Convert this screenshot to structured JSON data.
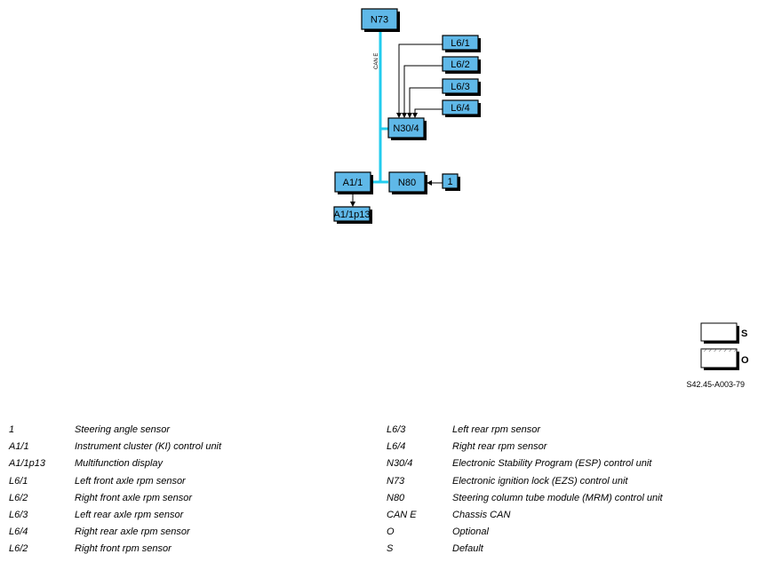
{
  "diagram": {
    "boxes": [
      {
        "id": "N73",
        "label": "N73"
      },
      {
        "id": "L6/1",
        "label": "L6/1"
      },
      {
        "id": "L6/2",
        "label": "L6/2"
      },
      {
        "id": "L6/3",
        "label": "L6/3"
      },
      {
        "id": "L6/4",
        "label": "L6/4"
      },
      {
        "id": "N30/4",
        "label": "N30/4"
      },
      {
        "id": "A1/1",
        "label": "A1/1"
      },
      {
        "id": "N80",
        "label": "N80"
      },
      {
        "id": "1",
        "label": "1"
      },
      {
        "id": "A1/1p13",
        "label": "A1/1p13"
      }
    ],
    "bus_label": "CAN E",
    "key": {
      "standard": "S",
      "optional": "O"
    },
    "reference_code": "S42.45-A003-79",
    "colors": {
      "box_fill": "#5fb8e8",
      "can_line": "#22ccee"
    }
  },
  "legend": {
    "left": [
      {
        "code": "1",
        "desc": "Steering angle sensor"
      },
      {
        "code": "A1/1",
        "desc": "Instrument cluster (KI) control unit"
      },
      {
        "code": "A1/1p13",
        "desc": "Multifunction display"
      },
      {
        "code": "L6/1",
        "desc": "Left front axle rpm sensor"
      },
      {
        "code": "L6/2",
        "desc": "Right front axle rpm sensor"
      },
      {
        "code": "L6/3",
        "desc": "Left rear axle rpm sensor"
      },
      {
        "code": "L6/4",
        "desc": "Right rear axle rpm sensor"
      },
      {
        "code": "L6/2",
        "desc": "Right front rpm sensor"
      }
    ],
    "right": [
      {
        "code": "L6/3",
        "desc": "Left rear rpm sensor"
      },
      {
        "code": "L6/4",
        "desc": "Right rear rpm sensor"
      },
      {
        "code": "N30/4",
        "desc": "Electronic Stability Program (ESP) control unit"
      },
      {
        "code": "N73",
        "desc": "Electronic ignition lock (EZS) control unit"
      },
      {
        "code": "N80",
        "desc": "Steering column tube module (MRM) control unit"
      },
      {
        "code": "CAN E",
        "desc": "Chassis CAN"
      },
      {
        "code": "O",
        "desc": "Optional"
      },
      {
        "code": "S",
        "desc": "Default"
      }
    ]
  }
}
